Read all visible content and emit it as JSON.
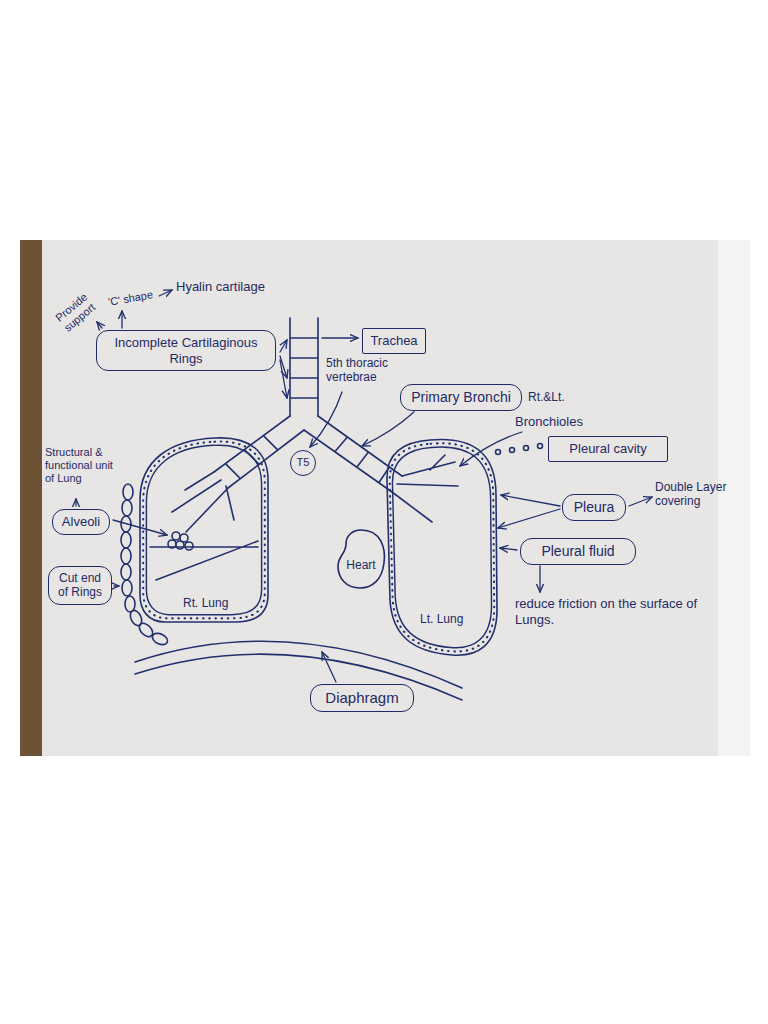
{
  "diagram": {
    "nodes": [
      {
        "text": [
          "Incomplete Cartilaginous Rings"
        ]
      },
      {
        "text": [
          "Trachea"
        ]
      },
      {
        "text": [
          "T5"
        ]
      },
      {
        "text": [
          "Primary Bronchi"
        ]
      },
      {
        "text": [
          "Pleural cavity"
        ]
      },
      {
        "text": [
          "Alveoli"
        ]
      },
      {
        "text": [
          "Pleura"
        ]
      },
      {
        "text": [
          "Heart"
        ]
      },
      {
        "text": [
          "Pleural fluid"
        ]
      },
      {
        "text": [
          "Cut end of Rings"
        ]
      },
      {
        "text": [
          "Diaphragm"
        ]
      }
    ],
    "labels": [
      "Provide support",
      "'C' shape",
      "Hyalin cartilage",
      "5th thoracic vertebrae",
      "Rt.&Lt.",
      "Bronchioles",
      "Structural & functional unit of Lung",
      "Double Layer covering",
      "Rt. Lung",
      "Lt. Lung",
      "reduce friction on the surface of Lungs."
    ]
  }
}
